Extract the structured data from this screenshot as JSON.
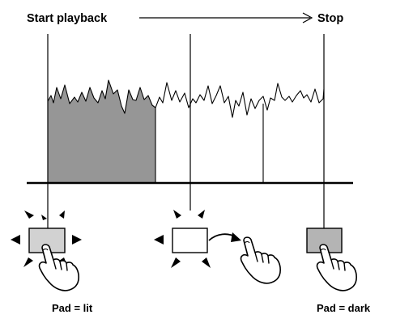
{
  "labels": {
    "start": "Start playback",
    "stop": "Stop",
    "pad_lit": "Pad = lit",
    "pad_dark": "Pad = dark"
  },
  "colors": {
    "ink": "#000000",
    "waveform_fill": "#969696",
    "pad_lit": "#d2d2d2",
    "pad_dark": "#b4b4b4",
    "pad_off": "#ffffff",
    "background": "#ffffff"
  },
  "icons": {
    "timeline_arrow": "long-right-arrow",
    "pad_glow": "radiating-spike-triangles",
    "finger": "pointing-hand",
    "transition": "curved-arrow"
  },
  "pads": [
    {
      "state": "lit",
      "glow": true,
      "label": "Pad = lit"
    },
    {
      "state": "off",
      "glow": true,
      "label": ""
    },
    {
      "state": "dark",
      "glow": false,
      "label": "Pad = dark"
    }
  ]
}
